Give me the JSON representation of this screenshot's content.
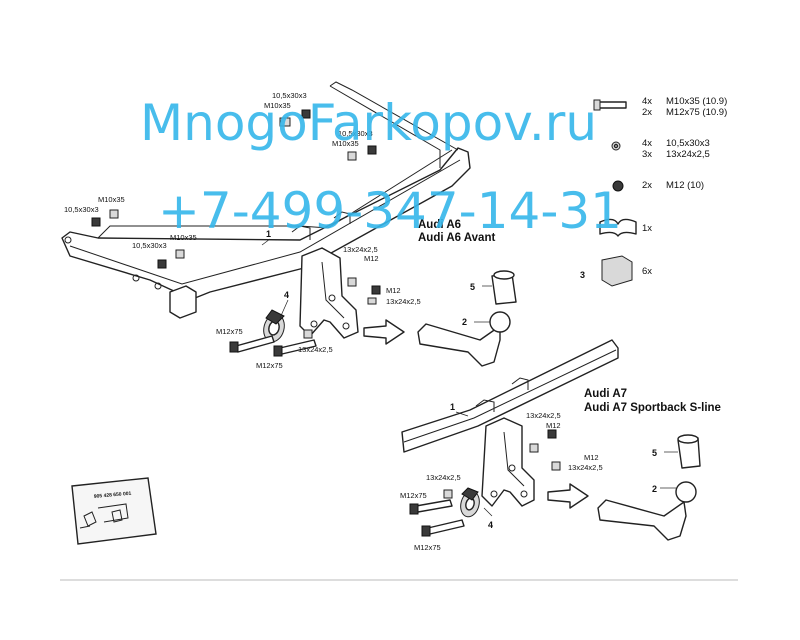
{
  "watermark": {
    "site": "MnogoFarkopov.ru",
    "phone": "+7-499-347-14-31",
    "color": "#35b6ea"
  },
  "model_a6": {
    "line1": "Audi A6",
    "line2": "Audi A6 Avant"
  },
  "model_a7": {
    "line1": "Audi A7",
    "line2": "Audi A7 Sportback S-line"
  },
  "parts_legend": [
    {
      "qty": "4x",
      "spec": "M10x35 (10.9)"
    },
    {
      "qty": "2x",
      "spec": "M12x75 (10.9)"
    },
    {
      "qty": "4x",
      "spec": "10,5x30x3"
    },
    {
      "qty": "3x",
      "spec": "13x24x2,5"
    },
    {
      "qty": "2x",
      "spec": "M12 (10)"
    },
    {
      "qty": "1x",
      "spec": ""
    },
    {
      "qty": "6x",
      "spec": "",
      "part_no": "3"
    }
  ],
  "upper_labels": {
    "bolt_top_washer": "10,5x30x3",
    "bolt_top": "M10x35",
    "bolt_mid_washer": "10,5x30x3",
    "bolt_mid": "M10x35",
    "bolt_left": "M10x35",
    "bolt_left_washer": "10,5x30x3",
    "bolt_low_washer": "10,5x30x3",
    "bolt_low": "M10x35",
    "washer_a": "13x24x2,5",
    "nut_a": "M12",
    "nut_b": "M12",
    "washer_b": "13x24x2,5",
    "bolt_m12_a": "M12x75",
    "bolt_m12_b": "M12x75",
    "washer_c": "13x24x2,5",
    "part1": "1",
    "part2": "2",
    "part4": "4",
    "part5": "5"
  },
  "lower_labels": {
    "washer_a": "13x24x2,5",
    "nut_a": "M12",
    "nut_b": "M12",
    "washer_b": "13x24x2,5",
    "washer_c": "13x24x2,5",
    "bolt_m12_a": "M12x75",
    "bolt_m12_b": "M12x75",
    "part1": "1",
    "part2": "2",
    "part4": "4",
    "part5": "5"
  },
  "sticker": {
    "code": "905 428 650 001"
  }
}
